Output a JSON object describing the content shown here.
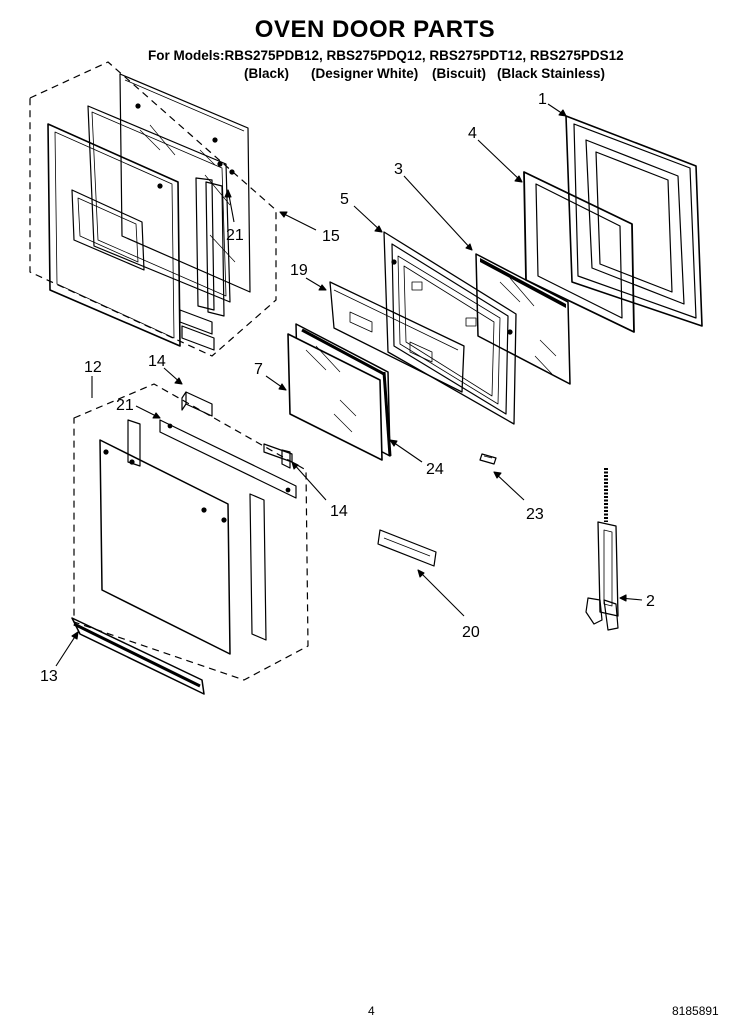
{
  "header": {
    "title": "OVEN DOOR PARTS",
    "models_line": "For Models:RBS275PDB12, RBS275PDQ12, RBS275PDT12, RBS275PDS12",
    "colors": [
      "(Black)",
      "(Designer White)",
      "(Biscuit)",
      "(Black Stainless)"
    ]
  },
  "callouts": {
    "c1": "1",
    "c2": "2",
    "c3": "3",
    "c4": "4",
    "c5": "5",
    "c7": "7",
    "c12": "12",
    "c13": "13",
    "c14a": "14",
    "c14b": "14",
    "c15": "15",
    "c19": "19",
    "c20": "20",
    "c21a": "21",
    "c21b": "21",
    "c23": "23",
    "c24": "24"
  },
  "footer": {
    "page_number": "4",
    "doc_number": "8185891"
  }
}
